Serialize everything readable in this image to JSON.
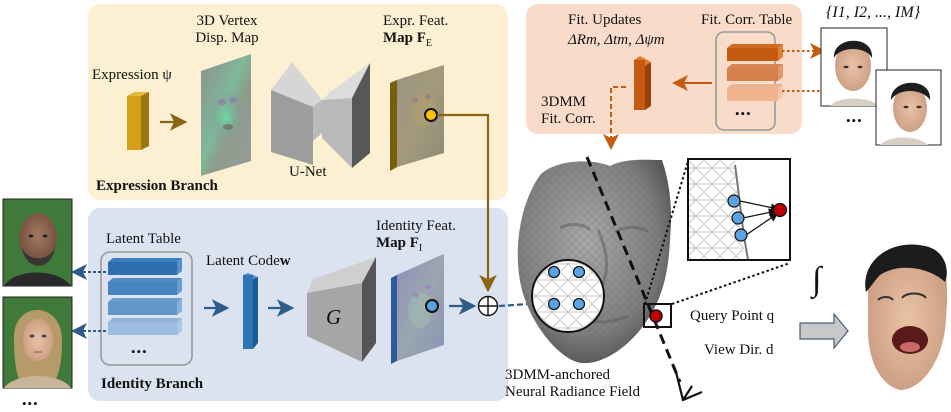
{
  "expression_branch": {
    "title": "Expression Branch",
    "input_label": "Expression ψ",
    "disp_map_label_line1": "3D Vertex",
    "disp_map_label_line2": "Disp. Map",
    "unet_label": "U-Net",
    "feat_map_label_line1": "Expr. Feat.",
    "feat_map_label_line2": "Map F",
    "feat_map_subscript": "E",
    "color": "#d4a017"
  },
  "identity_branch": {
    "title": "Identity Branch",
    "latent_table_label": "Latent Table",
    "latent_code_label": "Latent Code",
    "latent_code_symbol": "w",
    "generator_label": "G",
    "feat_map_label_line1": "Identity Feat.",
    "feat_map_label_line2": "Map F",
    "feat_map_subscript": "I",
    "ellipsis": "•••",
    "color": "#2e75b6"
  },
  "fitting_correction": {
    "updates_label": "Fit. Updates",
    "updates_formula": "ΔRm, Δtm, Δψm",
    "table_label": "Fit. Corr. Table",
    "corr_label_line1": "3DMM",
    "corr_label_line2": "Fit. Corr.",
    "ellipsis": "•••",
    "image_set_label": "{I1, I2, ..., IM}",
    "images_ellipsis": "•••",
    "color": "#c55a11"
  },
  "nerf": {
    "label_line1": "3DMM-anchored",
    "label_line2": "Neural Radiance Field",
    "query_point_label": "Query Point q",
    "view_dir_label": "View Dir. d",
    "integral_symbol": "∫",
    "sum_symbol": "⊕"
  },
  "identity_images_ellipsis": "•••"
}
